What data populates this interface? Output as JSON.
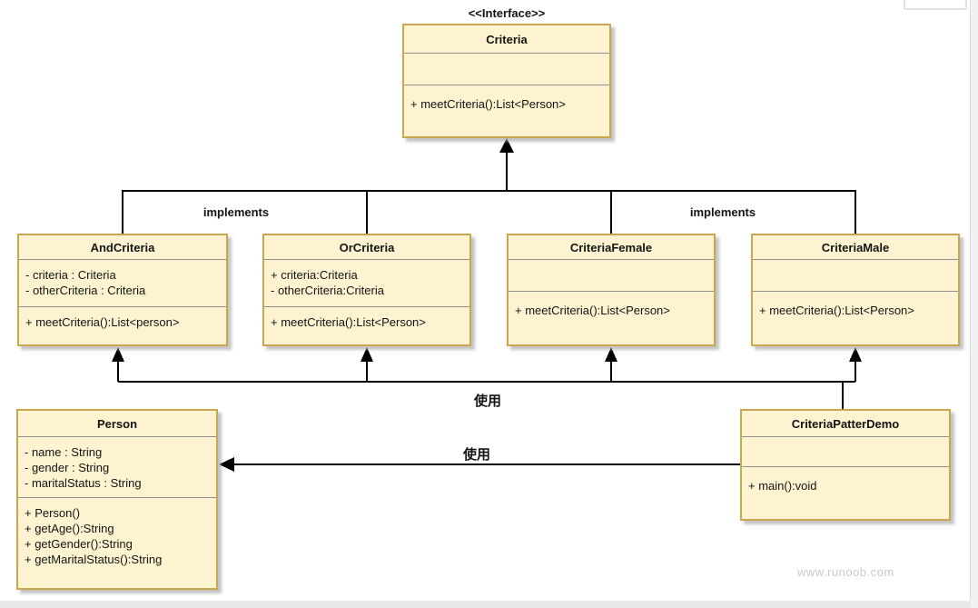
{
  "diagram": {
    "stereotype": "<<Interface>>",
    "labels": {
      "implements_left": "implements",
      "implements_right": "implements",
      "use_top": "使用",
      "use_bottom": "使用"
    },
    "watermark": "www.runoob.com",
    "colors": {
      "box_fill": "#fdf3d0",
      "box_border": "#c9a74e",
      "section_divider": "#8f8f8f",
      "connector": "#000000",
      "watermark_text": "#c9c9c9"
    }
  },
  "classes": {
    "criteria": {
      "title": "Criteria",
      "methods": [
        "+ meetCriteria():List<Person>"
      ]
    },
    "andCriteria": {
      "title": "AndCriteria",
      "attributes": [
        "- criteria : Criteria",
        "- otherCriteria : Criteria"
      ],
      "methods": [
        "+ meetCriteria():List<person>"
      ]
    },
    "orCriteria": {
      "title": "OrCriteria",
      "attributes": [
        "+ criteria:Criteria",
        "- otherCriteria:Criteria"
      ],
      "methods": [
        "+ meetCriteria():List<Person>"
      ]
    },
    "criteriaFemale": {
      "title": "CriteriaFemale",
      "methods": [
        "+ meetCriteria():List<Person>"
      ]
    },
    "criteriaMale": {
      "title": "CriteriaMale",
      "methods": [
        "+ meetCriteria():List<Person>"
      ]
    },
    "person": {
      "title": "Person",
      "attributes": [
        "- name : String",
        "- gender : String",
        "- maritalStatus : String"
      ],
      "methods": [
        "+ Person()",
        "+ getAge():String",
        "+ getGender():String",
        "+ getMaritalStatus():String"
      ]
    },
    "criteriaPatterDemo": {
      "title": "CriteriaPatterDemo",
      "methods": [
        "+ main():void"
      ]
    }
  }
}
